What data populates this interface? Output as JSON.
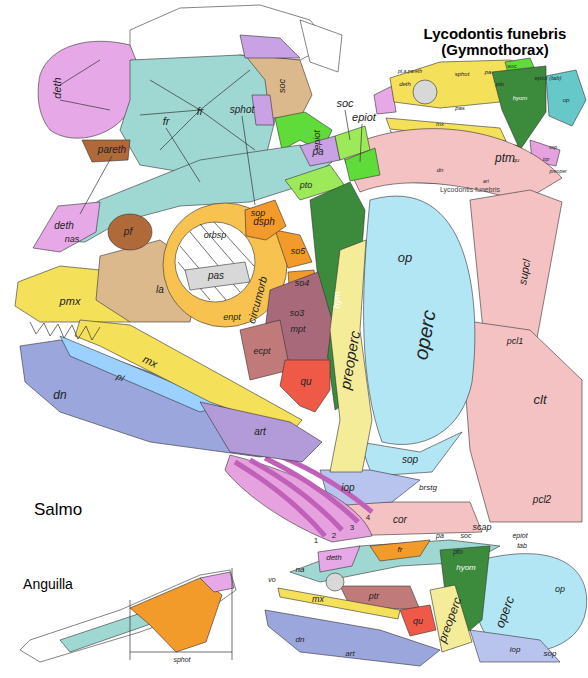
{
  "diagram": {
    "labels": [
      "deth",
      "fr",
      "soc",
      "epiot",
      "Lycodontis funebris (Gymnothorax)",
      "pt.a.pareth",
      "deth",
      "sphot",
      "pa",
      "soc",
      "epiot (tab)",
      "pto",
      "hyom",
      "pas",
      "mx",
      "dn",
      "art",
      "qu",
      "iop",
      "preoper",
      "sop",
      "op",
      "Lycodontis funebris",
      "sphot",
      "fr",
      "soc",
      "epiot",
      "pareth",
      "pa",
      "ptm",
      "deth",
      "nas",
      "sop",
      "orbsp",
      "pf",
      "pto",
      "dsph",
      "la",
      "so5",
      "so4",
      "so3",
      "circumorb",
      "pas",
      "pmx",
      "enpt",
      "mpt",
      "hym",
      "ecpt",
      "qu",
      "mx",
      "pl",
      "dn",
      "art",
      "preoperc",
      "operc",
      "op",
      "supcl",
      "pcl1",
      "clt",
      "sop",
      "iop",
      "brstg",
      "cor",
      "scap",
      "pcl2",
      "1",
      "2",
      "3",
      "4",
      "Salmo",
      "Anguilla",
      "sphot",
      "deth",
      "fr",
      "pa",
      "soc",
      "epiot",
      "tab",
      "pto",
      "hyom",
      "vo",
      "na",
      "mx",
      "ptr",
      "qu",
      "preoperc",
      "operc",
      "op",
      "iop",
      "sop",
      "dn",
      "art"
    ]
  }
}
